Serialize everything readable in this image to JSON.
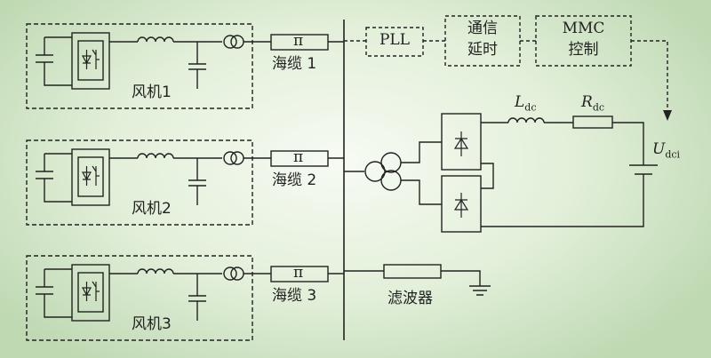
{
  "units": [
    {
      "label": "风机1",
      "cable": "海缆 1",
      "cable_symbol": "π"
    },
    {
      "label": "风机2",
      "cable": "海缆 2",
      "cable_symbol": "π"
    },
    {
      "label": "风机3",
      "cable": "海缆 3",
      "cable_symbol": "π"
    }
  ],
  "control": {
    "pll": "PLL",
    "delay_line1": "通信",
    "delay_line2": "延时",
    "mmc_line1": "MMC",
    "mmc_line2": "控制"
  },
  "filter_label": "滤波器",
  "dc_symbols": {
    "inductor": "L",
    "inductor_sub": "dc",
    "resistor": "R",
    "resistor_sub": "dc",
    "voltage": "U",
    "voltage_sub": "dci"
  },
  "colors": {
    "line": "#222222",
    "background_center": "#f7fbf3",
    "background_edge": "#bfd9b3"
  }
}
